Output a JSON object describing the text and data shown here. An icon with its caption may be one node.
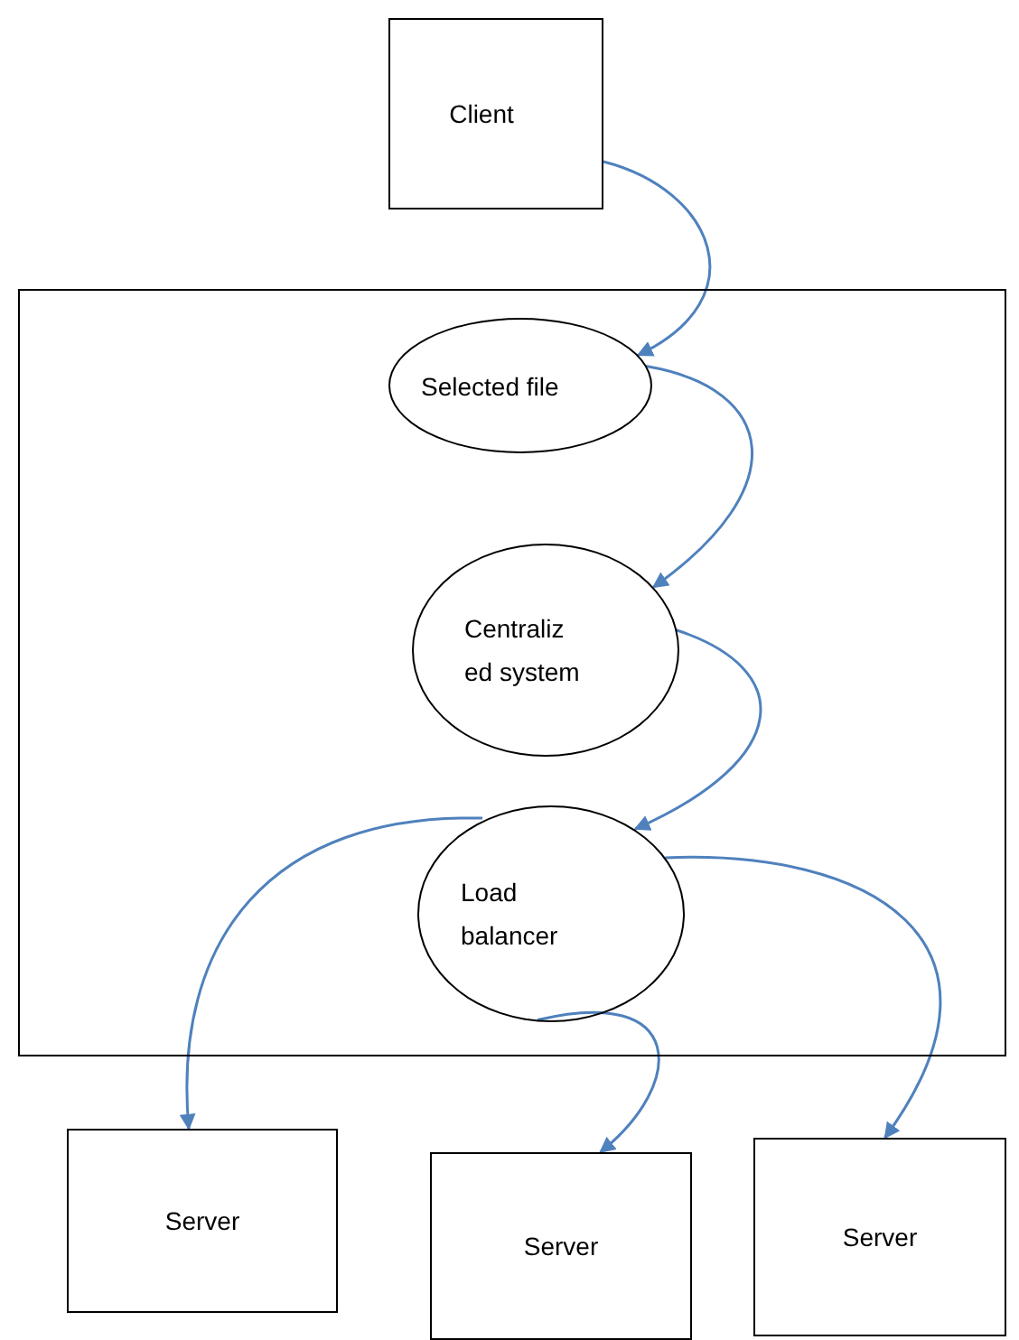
{
  "diagram": {
    "nodes": [
      {
        "text": [
          "Client"
        ]
      },
      {
        "text": [],
        "shape": "box"
      },
      {
        "text": [
          "Selected file"
        ],
        "in": 1
      },
      {
        "text": [
          "Centraliz ed system"
        ],
        "in": 1
      },
      {
        "text": [
          "Load balancer"
        ],
        "in": 1
      },
      {
        "text": [
          "Server"
        ]
      },
      {
        "text": [
          "Server"
        ]
      },
      {
        "text": [
          "Server"
        ]
      }
    ],
    "edges": [
      {
        "from": 0,
        "to": 2,
        "arrow": "to"
      },
      {
        "from": 2,
        "to": 3,
        "arrow": "to"
      },
      {
        "from": 3,
        "to": 4,
        "arrow": "to"
      },
      {
        "from": 4,
        "to": 5,
        "arrow": "to"
      },
      {
        "from": 4,
        "to": 6,
        "arrow": "to"
      },
      {
        "from": 4,
        "to": 7,
        "arrow": "to"
      }
    ]
  }
}
